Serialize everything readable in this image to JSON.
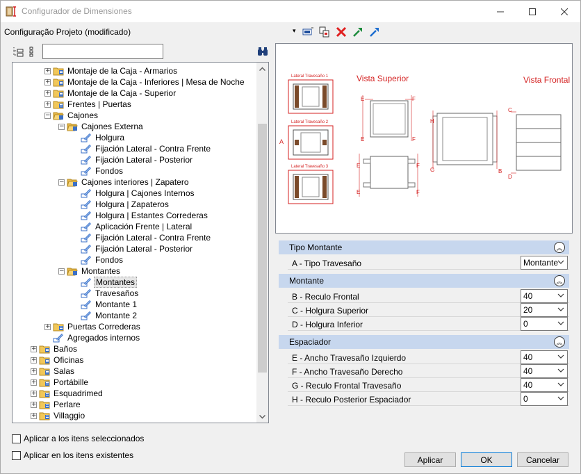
{
  "window": {
    "title": "Configurador de Dimensiones"
  },
  "config": {
    "label": "Configuração Projeto (modificado)",
    "dropdown_glyph": "▾"
  },
  "search": {
    "value": "",
    "placeholder": ""
  },
  "tree": {
    "rows": [
      {
        "label": "Montaje de la Caja - Armarios",
        "expander": "+"
      },
      {
        "label": "Montaje de la Caja - Inferiores | Mesa de Noche",
        "expander": "+"
      },
      {
        "label": "Montaje de la Caja - Superior",
        "expander": "+"
      },
      {
        "label": "Frentes | Puertas",
        "expander": "+"
      },
      {
        "label": "Cajones",
        "expander": "−"
      },
      {
        "label": "Cajones Externa",
        "expander": "−"
      },
      {
        "label": "Holgura",
        "expander": ""
      },
      {
        "label": "Fijación Lateral - Contra Frente",
        "expander": ""
      },
      {
        "label": "Fijación Lateral - Posterior",
        "expander": ""
      },
      {
        "label": "Fondos",
        "expander": ""
      },
      {
        "label": "Cajones interiores | Zapatero",
        "expander": "−"
      },
      {
        "label": "Holgura | Cajones Internos",
        "expander": ""
      },
      {
        "label": "Holgura | Zapateros",
        "expander": ""
      },
      {
        "label": "Holgura | Estantes Correderas",
        "expander": ""
      },
      {
        "label": "Aplicación Frente | Lateral",
        "expander": ""
      },
      {
        "label": "Fijación Lateral - Contra Frente",
        "expander": ""
      },
      {
        "label": "Fijación Lateral - Posterior",
        "expander": ""
      },
      {
        "label": "Fondos",
        "expander": ""
      },
      {
        "label": "Montantes",
        "expander": "−"
      },
      {
        "label": "Montantes",
        "expander": ""
      },
      {
        "label": "Travesaños",
        "expander": ""
      },
      {
        "label": "Montante 1",
        "expander": ""
      },
      {
        "label": "Montante 2",
        "expander": ""
      },
      {
        "label": "Puertas Correderas",
        "expander": "+"
      },
      {
        "label": "Agregados internos",
        "expander": ""
      },
      {
        "label": "Baños",
        "expander": "+"
      },
      {
        "label": "Oficinas",
        "expander": "+"
      },
      {
        "label": "Salas",
        "expander": "+"
      },
      {
        "label": "Portábille",
        "expander": "+"
      },
      {
        "label": "Esquadrimed",
        "expander": "+"
      },
      {
        "label": "Perlare",
        "expander": "+"
      },
      {
        "label": "Villaggio",
        "expander": "+"
      }
    ]
  },
  "preview": {
    "labels": {
      "lateral1": "Lateral Travesaño 1",
      "lateral2": "Lateral Travesaño 2",
      "lateral3": "Lateral Travesaño 3",
      "vista_superior": "Vista Superior",
      "vista_frontal": "Vista Frontal",
      "a": "A",
      "b": "B",
      "c": "C",
      "d": "D",
      "e": "E",
      "f": "F",
      "g": "G",
      "h": "H"
    }
  },
  "sections": [
    {
      "title": "Tipo Montante",
      "collapse_glyph": "︽",
      "props": [
        {
          "label": "A - Tipo Travesaño",
          "value": "Montante"
        }
      ]
    },
    {
      "title": "Montante",
      "collapse_glyph": "︽",
      "props": [
        {
          "label": "B - Reculo Frontal",
          "value": "40"
        },
        {
          "label": "C - Holgura Superior",
          "value": "20"
        },
        {
          "label": "D - Holgura Inferior",
          "value": "0"
        }
      ]
    },
    {
      "title": "Espaciador",
      "collapse_glyph": "︽",
      "props": [
        {
          "label": "E - Ancho Travesaño Izquierdo",
          "value": "40"
        },
        {
          "label": "F - Ancho Travesaño Derecho",
          "value": "40"
        },
        {
          "label": "G - Reculo Frontal Travesaño",
          "value": "40"
        },
        {
          "label": "H - Reculo Posterior Espaciador",
          "value": "0"
        }
      ]
    }
  ],
  "options": {
    "apply_selected": "Aplicar a los itens seleccionados",
    "apply_existing": "Aplicar en los itens existentes"
  },
  "buttons": {
    "apply": "Aplicar",
    "ok": "OK",
    "cancel": "Cancelar"
  },
  "colors": {
    "accent": "#0078d7",
    "section_bg": "#c7d7ee",
    "drawing_red": "#d42020"
  }
}
